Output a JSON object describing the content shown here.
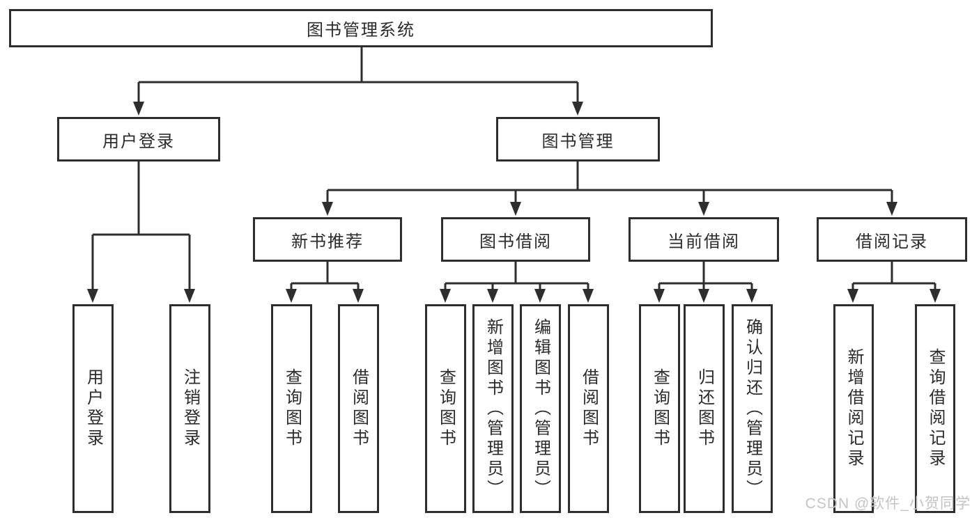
{
  "colors": {
    "line": "#2e2e2e",
    "text": "#2b2b2b",
    "watermark": "#c4c4c4",
    "background": "#ffffff"
  },
  "nodes": {
    "root": {
      "label": "图书管理系统"
    },
    "level2": [
      {
        "label": "用户登录",
        "children": [
          "用户登录",
          "注销登录"
        ]
      },
      {
        "label": "图书管理",
        "children": [
          "新书推荐",
          "图书借阅",
          "当前借阅",
          "借阅记录"
        ]
      }
    ],
    "level3": [
      {
        "label": "新书推荐",
        "parent": "图书管理",
        "children": [
          "查询图书",
          "借阅图书"
        ]
      },
      {
        "label": "图书借阅",
        "parent": "图书管理",
        "children": [
          "查询图书",
          "新增图书（管理员）",
          "编辑图书（管理员）",
          "借阅图书"
        ]
      },
      {
        "label": "当前借阅",
        "parent": "图书管理",
        "children": [
          "查询图书",
          "归还图书",
          "确认归还（管理员）"
        ]
      },
      {
        "label": "借阅记录",
        "parent": "图书管理",
        "children": [
          "新增借阅记录",
          "查询借阅记录"
        ]
      }
    ],
    "leaves": [
      {
        "label": "用户登录",
        "parent": "用户登录"
      },
      {
        "label": "注销登录",
        "parent": "用户登录"
      },
      {
        "label": "查询图书",
        "parent": "新书推荐"
      },
      {
        "label": "借阅图书",
        "parent": "新书推荐"
      },
      {
        "label": "查询图书",
        "parent": "图书借阅"
      },
      {
        "label": "新增图书（管理员）",
        "parent": "图书借阅"
      },
      {
        "label": "编辑图书（管理员）",
        "parent": "图书借阅"
      },
      {
        "label": "借阅图书",
        "parent": "图书借阅"
      },
      {
        "label": "查询图书",
        "parent": "当前借阅"
      },
      {
        "label": "归还图书",
        "parent": "当前借阅"
      },
      {
        "label": "确认归还（管理员）",
        "parent": "当前借阅"
      },
      {
        "label": "新增借阅记录",
        "parent": "借阅记录"
      },
      {
        "label": "查询借阅记录",
        "parent": "借阅记录"
      }
    ]
  },
  "watermark": {
    "text": "CSDN @软件_小贺同学"
  }
}
